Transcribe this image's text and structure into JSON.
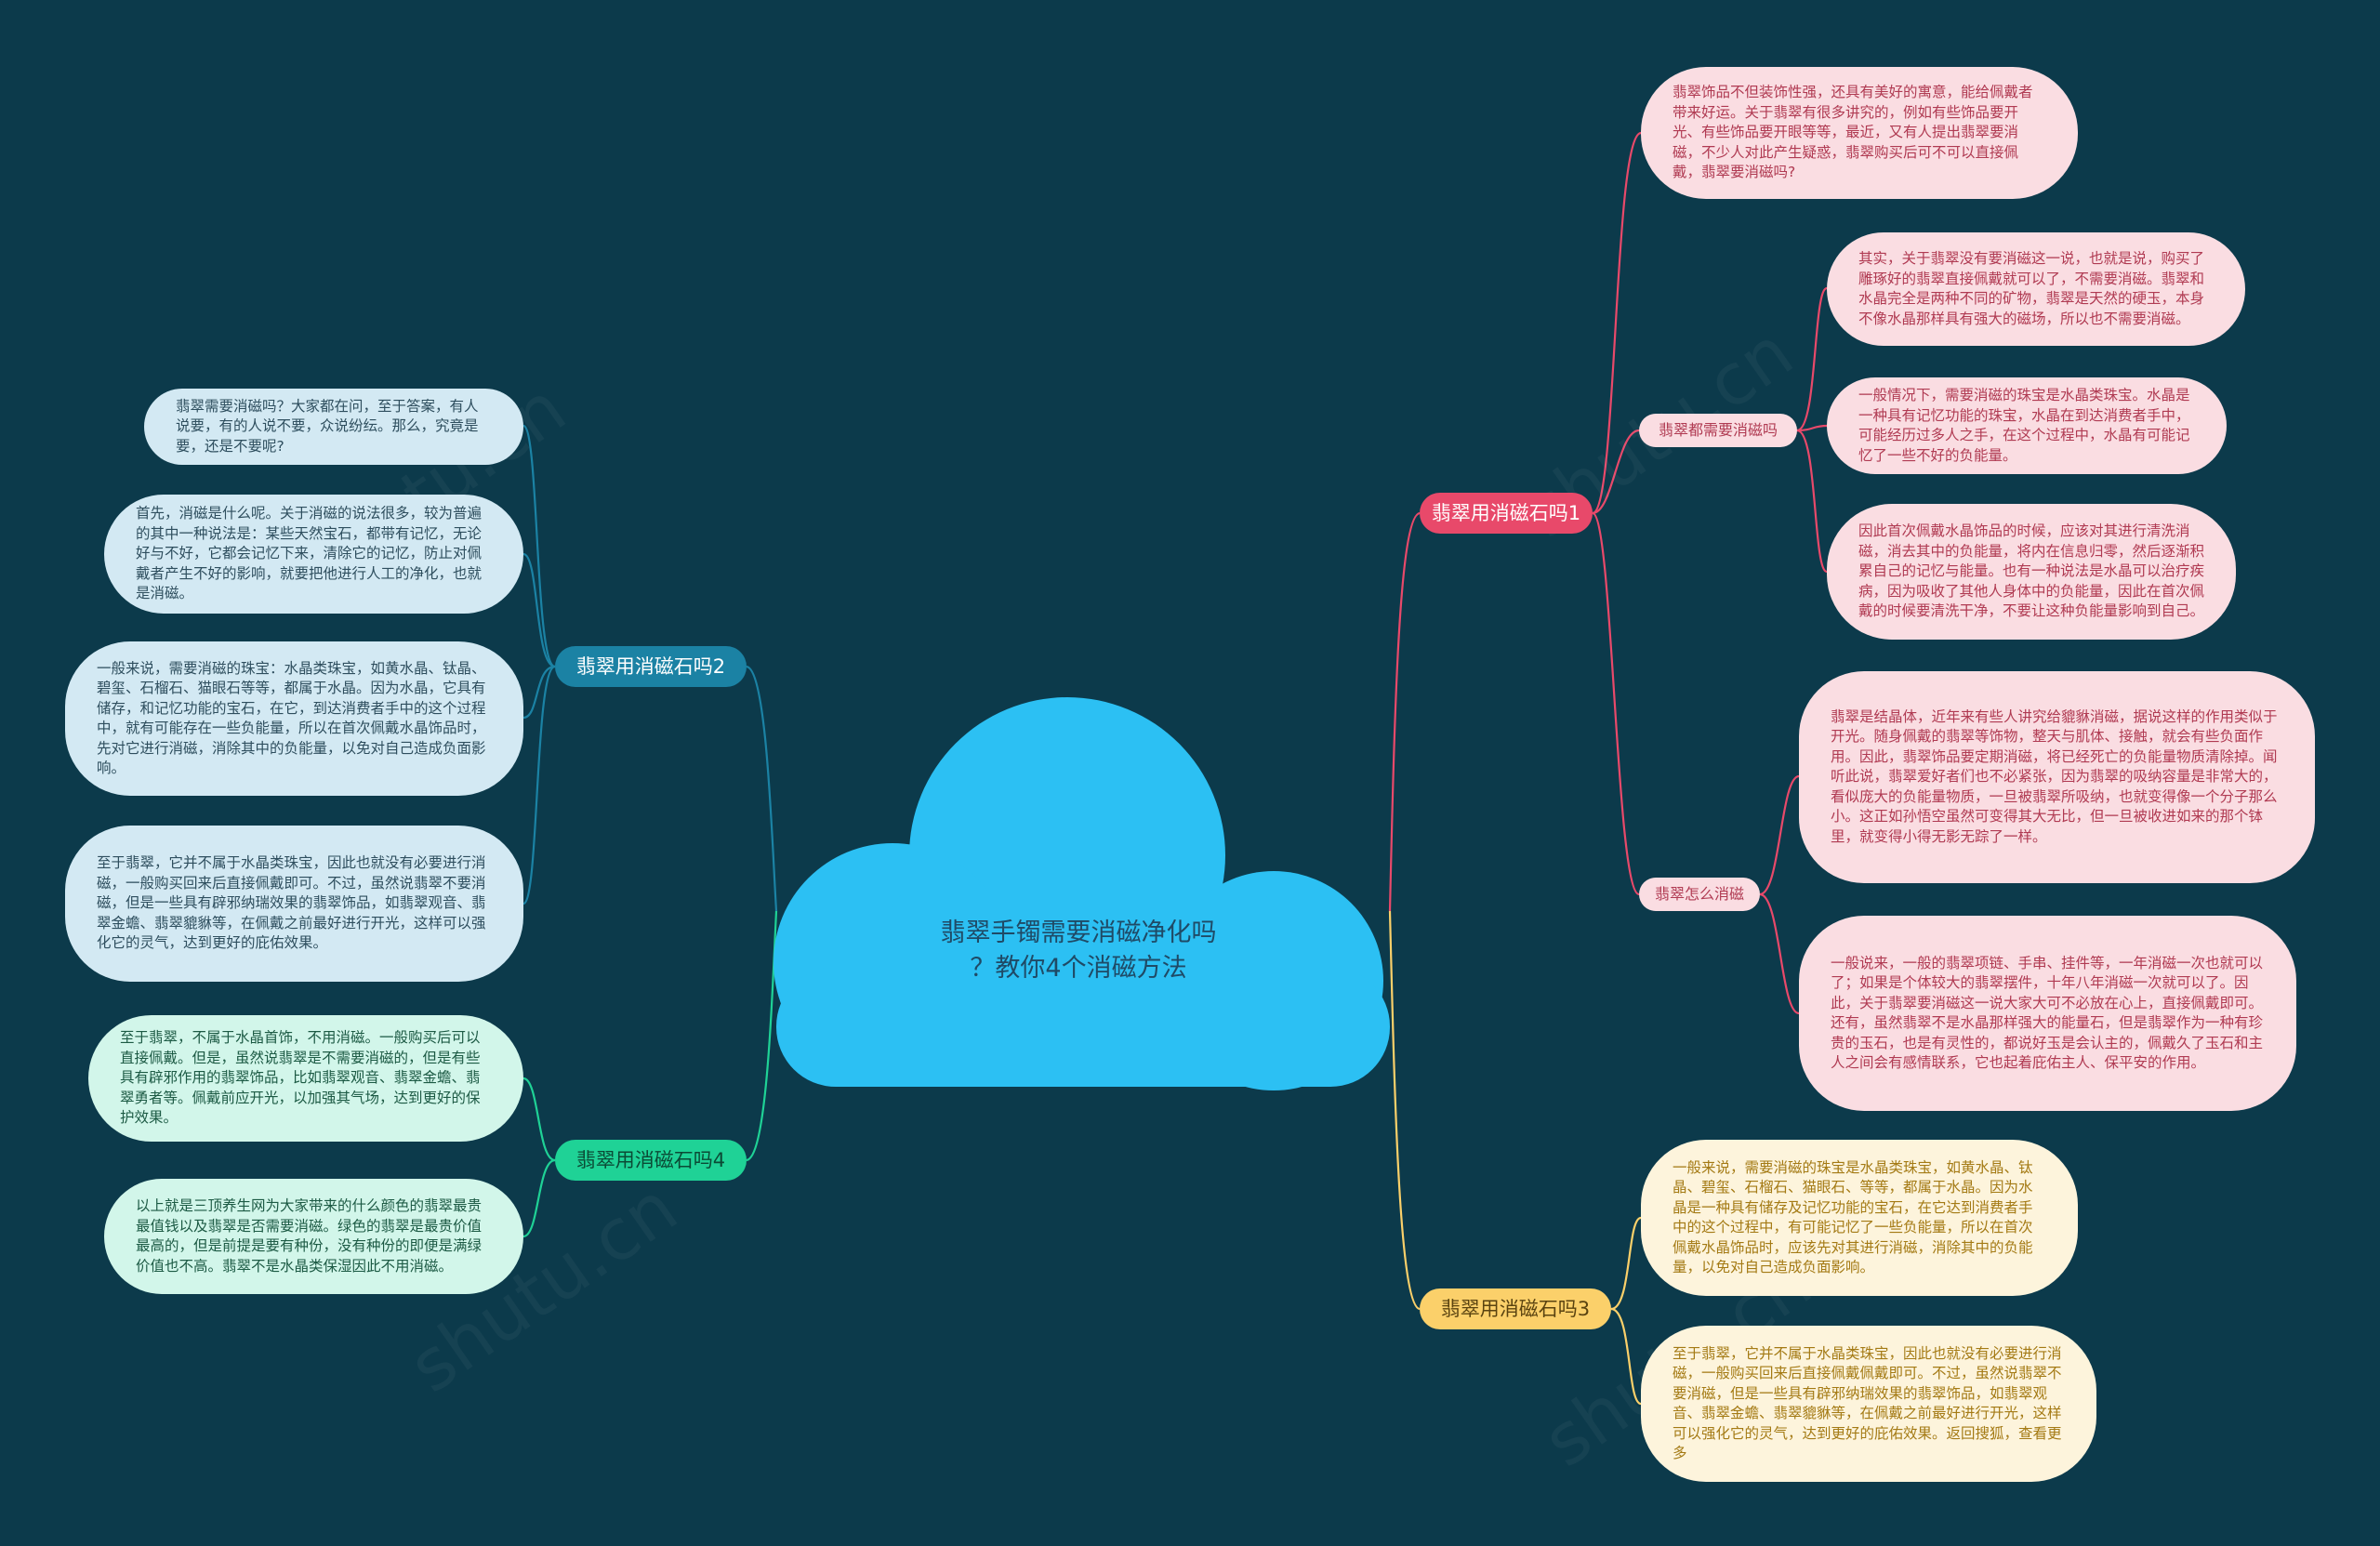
{
  "center": {
    "title_line1": "翡翠手镯需要消磁净化吗",
    "title_line2": "？教你4个消磁方法"
  },
  "colors": {
    "background": "#0c3a4b",
    "cloud": "#2cc0f3",
    "pink": "#e8496a",
    "blue": "#1b82a4",
    "yellow": "#fbd06a",
    "green": "#1fd296"
  },
  "branches": {
    "b1": {
      "label": "翡翠用消磁石吗1",
      "intro": "翡翠饰品不但装饰性强，还具有美好的寓意，能给佩戴者带来好运。关于翡翠有很多讲究的，例如有些饰品要开光、有些饰品要开眼等等，最近，又有人提出翡翠要消磁，不少人对此产生疑惑，翡翠购买后可不可以直接佩戴，翡翠要消磁吗?",
      "sub1": {
        "label": "翡翠都需要消磁吗",
        "items": [
          "其实，关于翡翠没有要消磁这一说，也就是说，购买了雕琢好的翡翠直接佩戴就可以了，不需要消磁。翡翠和水晶完全是两种不同的矿物，翡翠是天然的硬玉，本身不像水晶那样具有强大的磁场，所以也不需要消磁。",
          "一般情况下，需要消磁的珠宝是水晶类珠宝。水晶是一种具有记忆功能的珠宝，水晶在到达消费者手中，可能经历过多人之手，在这个过程中，水晶有可能记忆了一些不好的负能量。",
          "因此首次佩戴水晶饰品的时候，应该对其进行清洗消磁，消去其中的负能量，将内在信息归零，然后逐渐积累自己的记忆与能量。也有一种说法是水晶可以治疗疾病，因为吸收了其他人身体中的负能量，因此在首次佩戴的时候要清洗干净，不要让这种负能量影响到自己。"
        ]
      },
      "sub2": {
        "label": "翡翠怎么消磁",
        "items": [
          "翡翠是结晶体，近年来有些人讲究给貔貅消磁，据说这样的作用类似于开光。随身佩戴的翡翠等饰物，整天与肌体、接触，就会有些负面作用。因此，翡翠饰品要定期消磁，将已经死亡的负能量物质清除掉。闻听此说，翡翠爱好者们也不必紧张，因为翡翠的吸纳容量是非常大的，看似庞大的负能量物质，一旦被翡翠所吸纳，也就变得像一个分子那么小。这正如孙悟空虽然可变得其大无比，但一旦被收进如来的那个钵里，就变得小得无影无踪了一样。",
          "一般说来，一般的翡翠项链、手串、挂件等，一年消磁一次也就可以了；如果是个体较大的翡翠摆件，十年八年消磁一次就可以了。因此，关于翡翠要消磁这一说大家大可不必放在心上，直接佩戴即可。还有，虽然翡翠不是水晶那样强大的能量石，但是翡翠作为一种有珍贵的玉石，也是有灵性的，都说好玉是会认主的，佩戴久了玉石和主人之间会有感情联系，它也起着庇佑主人、保平安的作用。"
        ]
      }
    },
    "b2": {
      "label": "翡翠用消磁石吗2",
      "items": [
        "翡翠需要消磁吗？大家都在问，至于答案，有人说要，有的人说不要，众说纷纭。那么，究竟是要，还是不要呢?",
        "首先，消磁是什么呢。关于消磁的说法很多，较为普遍的其中一种说法是：某些天然宝石，都带有记忆，无论好与不好，它都会记忆下来，清除它的记忆，防止对佩戴者产生不好的影响，就要把他进行人工的净化，也就是消磁。",
        "一般来说，需要消磁的珠宝：水晶类珠宝，如黄水晶、钛晶、碧玺、石榴石、猫眼石等等，都属于水晶。因为水晶，它具有储存，和记忆功能的宝石，在它，到达消费者手中的这个过程中，就有可能存在一些负能量，所以在首次佩戴水晶饰品时，先对它进行消磁，消除其中的负能量，以免对自己造成负面影响。",
        "至于翡翠，它并不属于水晶类珠宝，因此也就没有必要进行消磁，一般购买回来后直接佩戴即可。不过，虽然说翡翠不要消磁，但是一些具有辟邪纳瑞效果的翡翠饰品，如翡翠观音、翡翠金蟾、翡翠貔貅等，在佩戴之前最好进行开光，这样可以强化它的灵气，达到更好的庇佑效果。"
      ]
    },
    "b3": {
      "label": "翡翠用消磁石吗3",
      "items": [
        "一般来说，需要消磁的珠宝是水晶类珠宝，如黄水晶、钛晶、碧玺、石榴石、猫眼石、等等，都属于水晶。因为水晶是一种具有储存及记忆功能的宝石，在它达到消费者手中的这个过程中，有可能记忆了一些负能量，所以在首次佩戴水晶饰品时，应该先对其进行消磁，消除其中的负能量，以免对自己造成负面影响。",
        "至于翡翠，它并不属于水晶类珠宝，因此也就没有必要进行消磁，一般购买回来后直接佩戴佩戴即可。不过，虽然说翡翠不要消磁，但是一些具有辟邪纳瑞效果的翡翠饰品，如翡翠观音、翡翠金蟾、翡翠貔貅等，在佩戴之前最好进行开光，这样可以强化它的灵气，达到更好的庇佑效果。返回搜狐，查看更多"
      ]
    },
    "b4": {
      "label": "翡翠用消磁石吗4",
      "items": [
        "至于翡翠，不属于水晶首饰，不用消磁。一般购买后可以直接佩戴。但是，虽然说翡翠是不需要消磁的，但是有些具有辟邪作用的翡翠饰品，比如翡翠观音、翡翠金蟾、翡翠勇者等。佩戴前应开光，以加强其气场，达到更好的保护效果。",
        "以上就是三顶养生网为大家带来的什么颜色的翡翠最贵最值钱以及翡翠是否需要消磁。绿色的翡翠是最贵价值最高的，但是前提是要有种份，没有种份的即便是满绿价值也不高。翡翠不是水晶类保湿因此不用消磁。"
      ]
    }
  }
}
